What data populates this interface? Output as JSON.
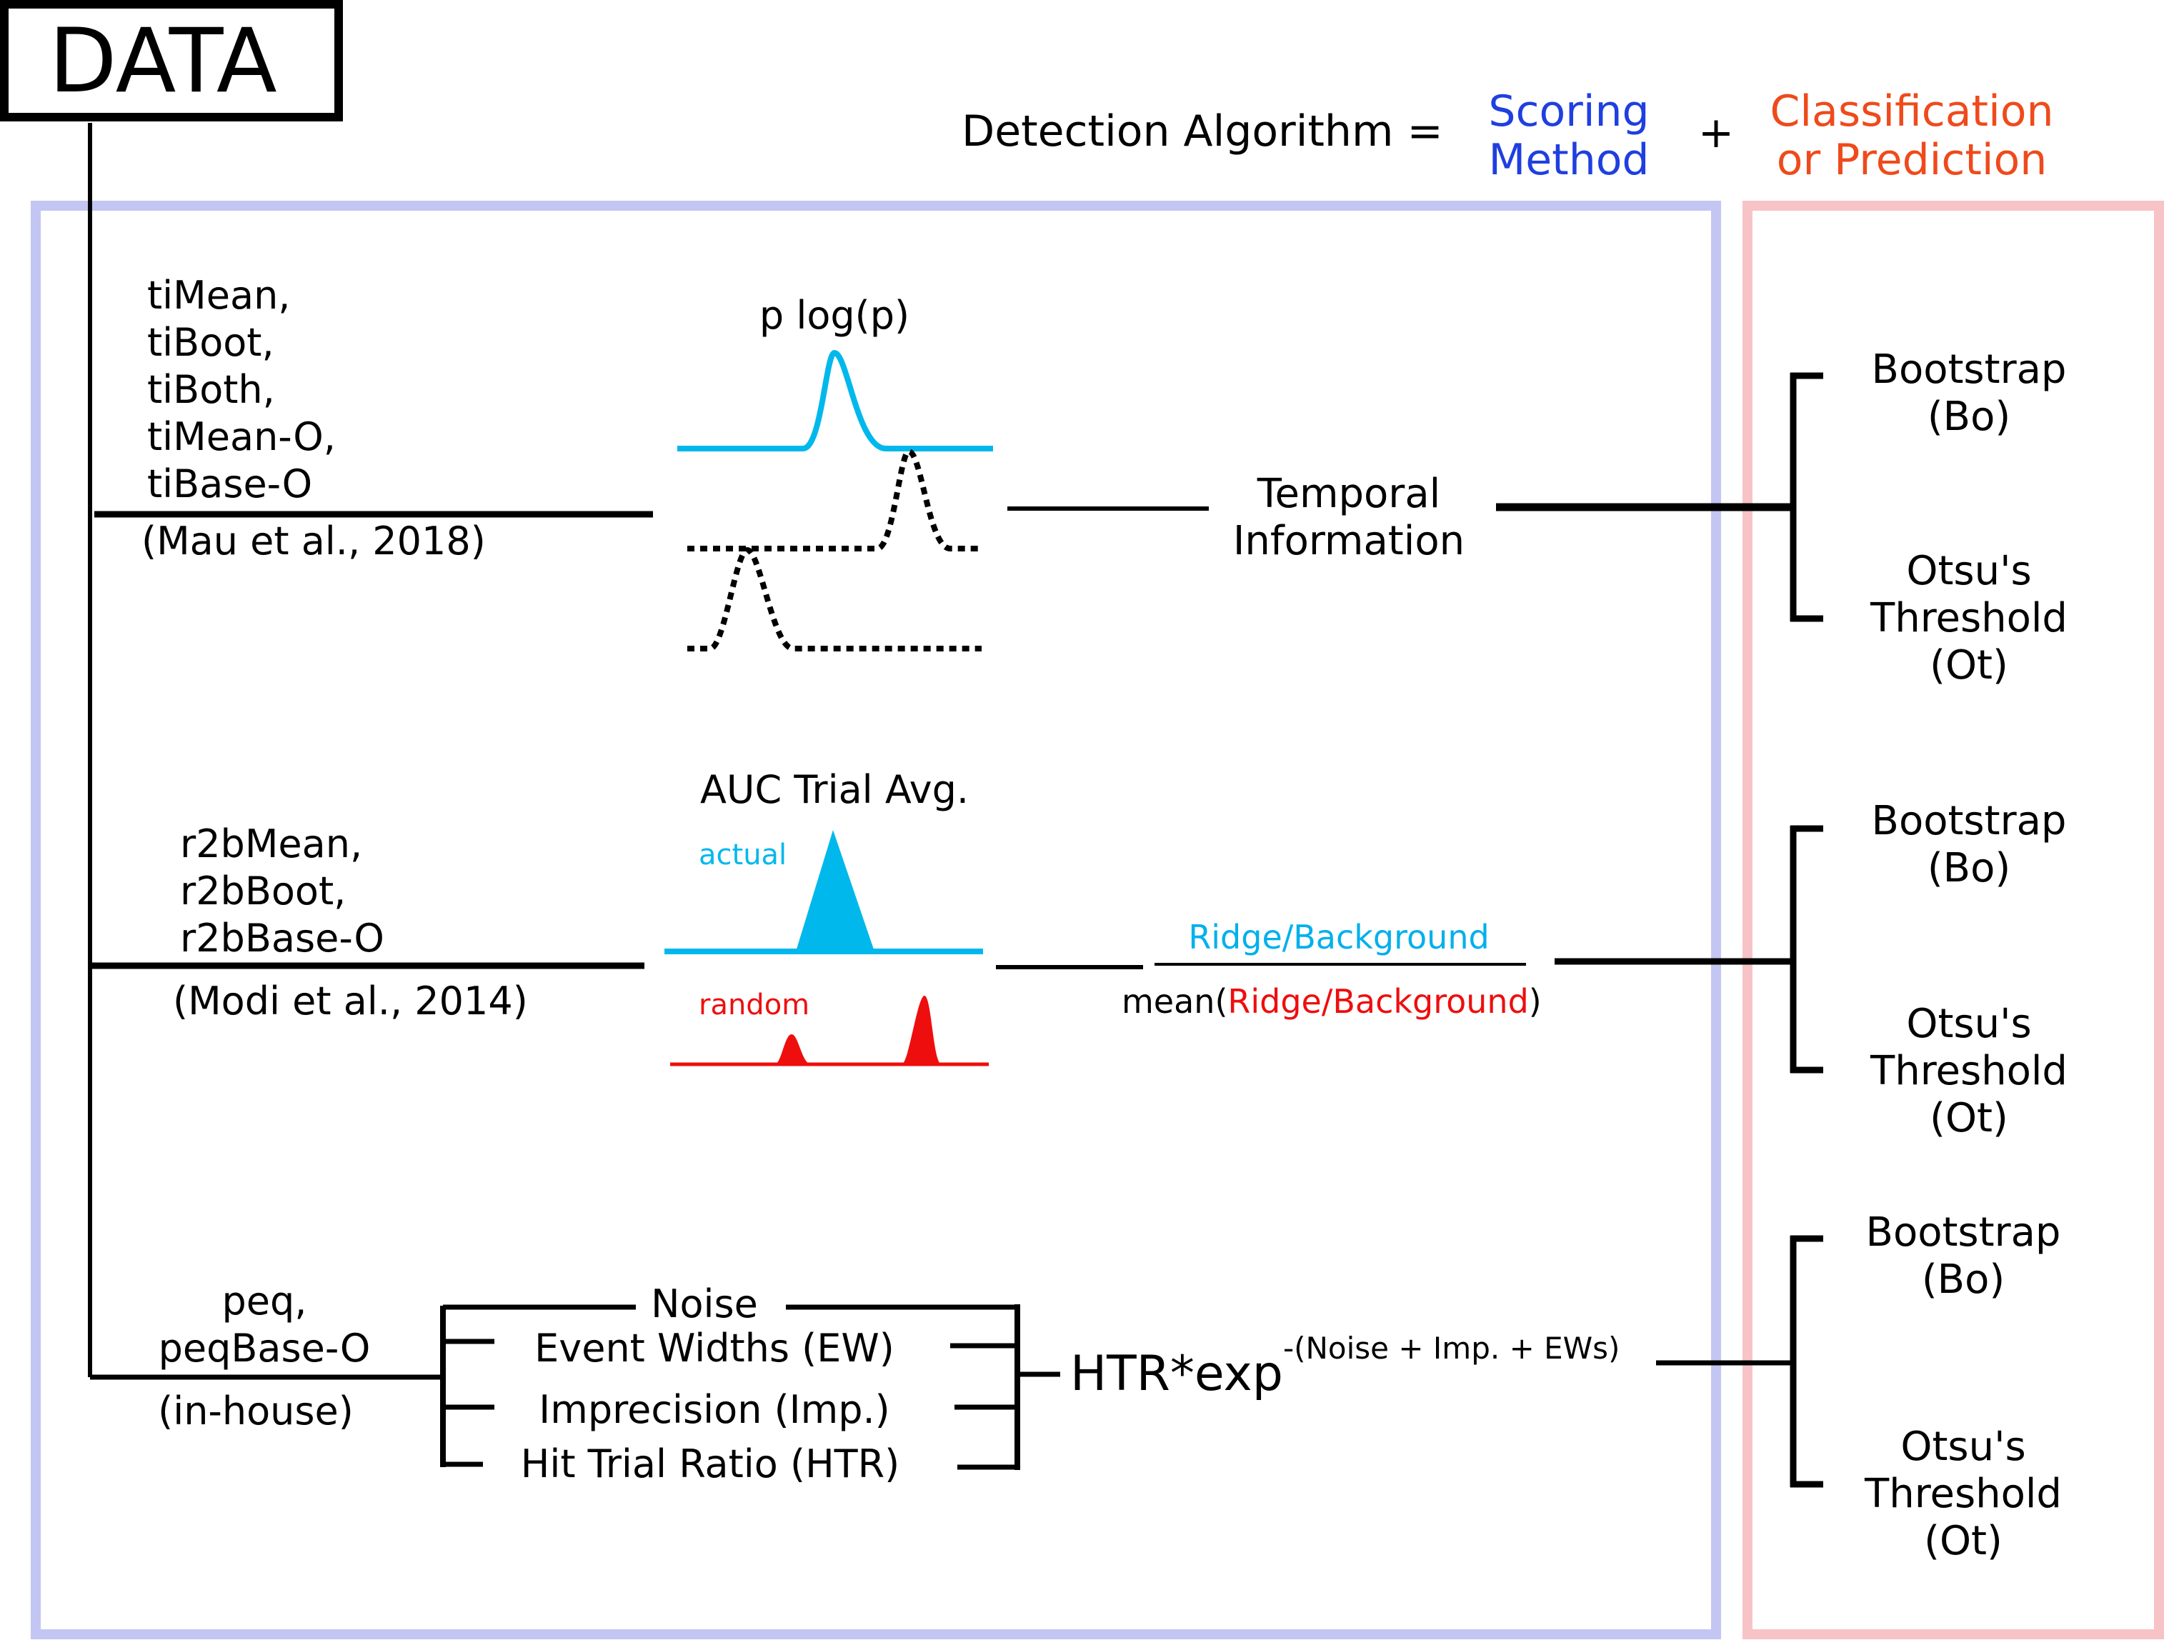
{
  "header": {
    "data_label": "DATA",
    "equation_lhs": "Detection Algorithm =",
    "scoring_line1": "Scoring",
    "scoring_line2": "Method",
    "plus": "+",
    "classification_line1": "Classification",
    "classification_line2": "or Prediction"
  },
  "colors": {
    "scoring_blue": "#1f3fe0",
    "classification_orange": "#ef4a1c",
    "scoring_panel_border": "#c3c6f2",
    "classification_panel_border": "#f7c3c6",
    "cyan_curve": "#00b8ec",
    "red_curve": "#ee0e0e"
  },
  "row_ti": {
    "methods": [
      "tiMean,",
      "tiBoot,",
      "tiBoth,",
      "tiMean-O,",
      "tiBase-O"
    ],
    "citation": "(Mau et al., 2018)",
    "plot_title": "p log(p)",
    "score_line1": "Temporal",
    "score_line2": "Information"
  },
  "row_r2b": {
    "methods": [
      "r2bMean,",
      "r2bBoot,",
      "r2bBase-O"
    ],
    "citation": "(Modi et al., 2014)",
    "plot_title": "AUC Trial Avg.",
    "actual_label": "actual",
    "random_label": "random",
    "numerator": "Ridge/Background",
    "denominator_prefix": "mean(",
    "denominator_inner": "Ridge/Background",
    "denominator_suffix": ")"
  },
  "row_peq": {
    "methods": [
      "peq,",
      "peqBase-O"
    ],
    "citation": "(in-house)",
    "components": [
      "Noise",
      "Event Widths (EW)",
      "Imprecision (Imp.)",
      "Hit Trial Ratio (HTR)"
    ],
    "formula_base": "HTR*exp",
    "formula_exponent": "-(Noise + Imp. + EWs)"
  },
  "classification": {
    "groups": [
      {
        "bootstrap": [
          "Bootstrap",
          "(Bo)"
        ],
        "otsu": [
          "Otsu's",
          "Threshold",
          "(Ot)"
        ]
      },
      {
        "bootstrap": [
          "Bootstrap",
          "(Bo)"
        ],
        "otsu": [
          "Otsu's",
          "Threshold",
          "(Ot)"
        ]
      },
      {
        "bootstrap": [
          "Bootstrap",
          "(Bo)"
        ],
        "otsu": [
          "Otsu's",
          "Threshold",
          "(Ot)"
        ]
      }
    ]
  }
}
